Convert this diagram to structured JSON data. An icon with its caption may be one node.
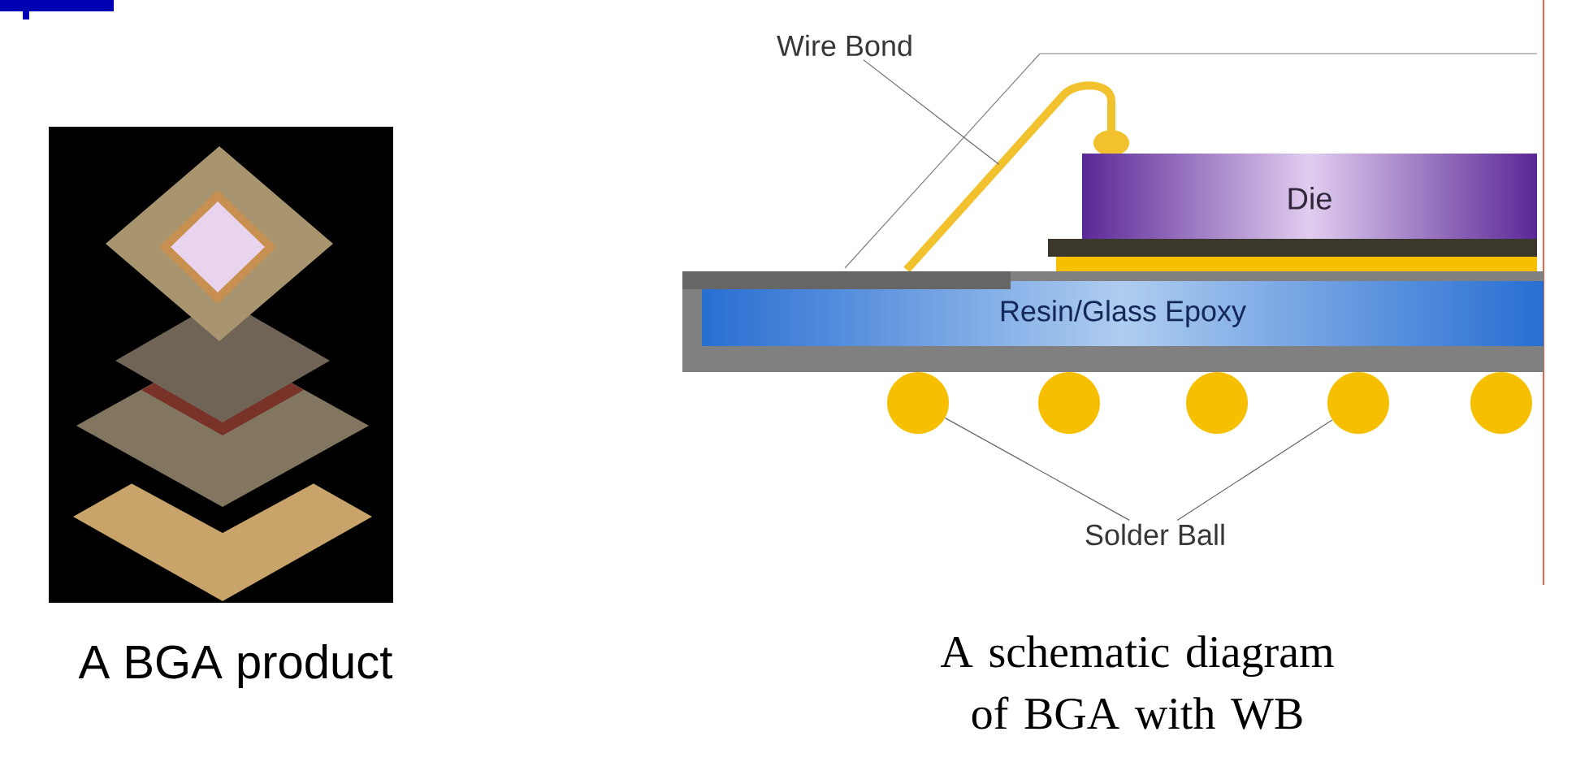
{
  "diagram": {
    "caption": "A schematic diagram of BGA with WB",
    "nodes": [
      {
        "text": [],
        "shape": "picture",
        "beside": [
          "A BGA product"
        ]
      },
      {
        "text": [
          "Wire Bond"
        ]
      },
      {
        "text": [],
        "shape": "wire"
      },
      {
        "text": [
          "Die"
        ]
      },
      {
        "text": [
          "Resin/Glass Epoxy"
        ]
      },
      {
        "text": [],
        "shape": "circle"
      },
      {
        "text": [],
        "shape": "circle"
      },
      {
        "text": [],
        "shape": "circle"
      },
      {
        "text": [],
        "shape": "circle"
      },
      {
        "text": [],
        "shape": "circle"
      },
      {
        "text": [
          "Solder Ball"
        ]
      }
    ],
    "edges": [
      {
        "from": 1,
        "to": 2,
        "arrow": "none"
      },
      {
        "from": 10,
        "to": 5,
        "arrow": "none"
      },
      {
        "from": 10,
        "to": 8,
        "arrow": "none"
      }
    ]
  }
}
